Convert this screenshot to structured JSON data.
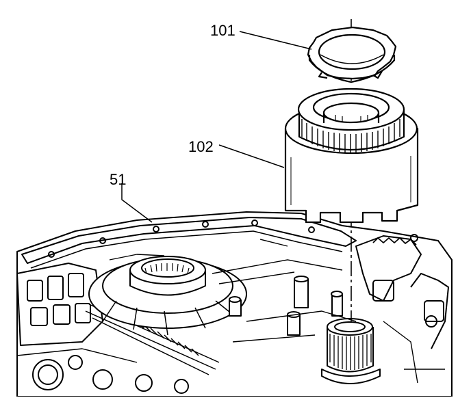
{
  "callouts": [
    {
      "label": "101"
    },
    {
      "label": "102"
    },
    {
      "label": "51"
    }
  ],
  "colors": {
    "ink": "#000000",
    "paper": "#ffffff",
    "shade": "#cfcfcf",
    "dark": "#333333"
  }
}
